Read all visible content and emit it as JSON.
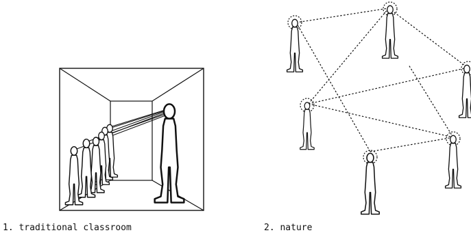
{
  "panels": [
    {
      "id": "classroom",
      "caption": "1. traditional classroom"
    },
    {
      "id": "nature",
      "caption": "2. nature"
    }
  ],
  "colors": {
    "ink": "#111111",
    "background": "#ffffff"
  }
}
